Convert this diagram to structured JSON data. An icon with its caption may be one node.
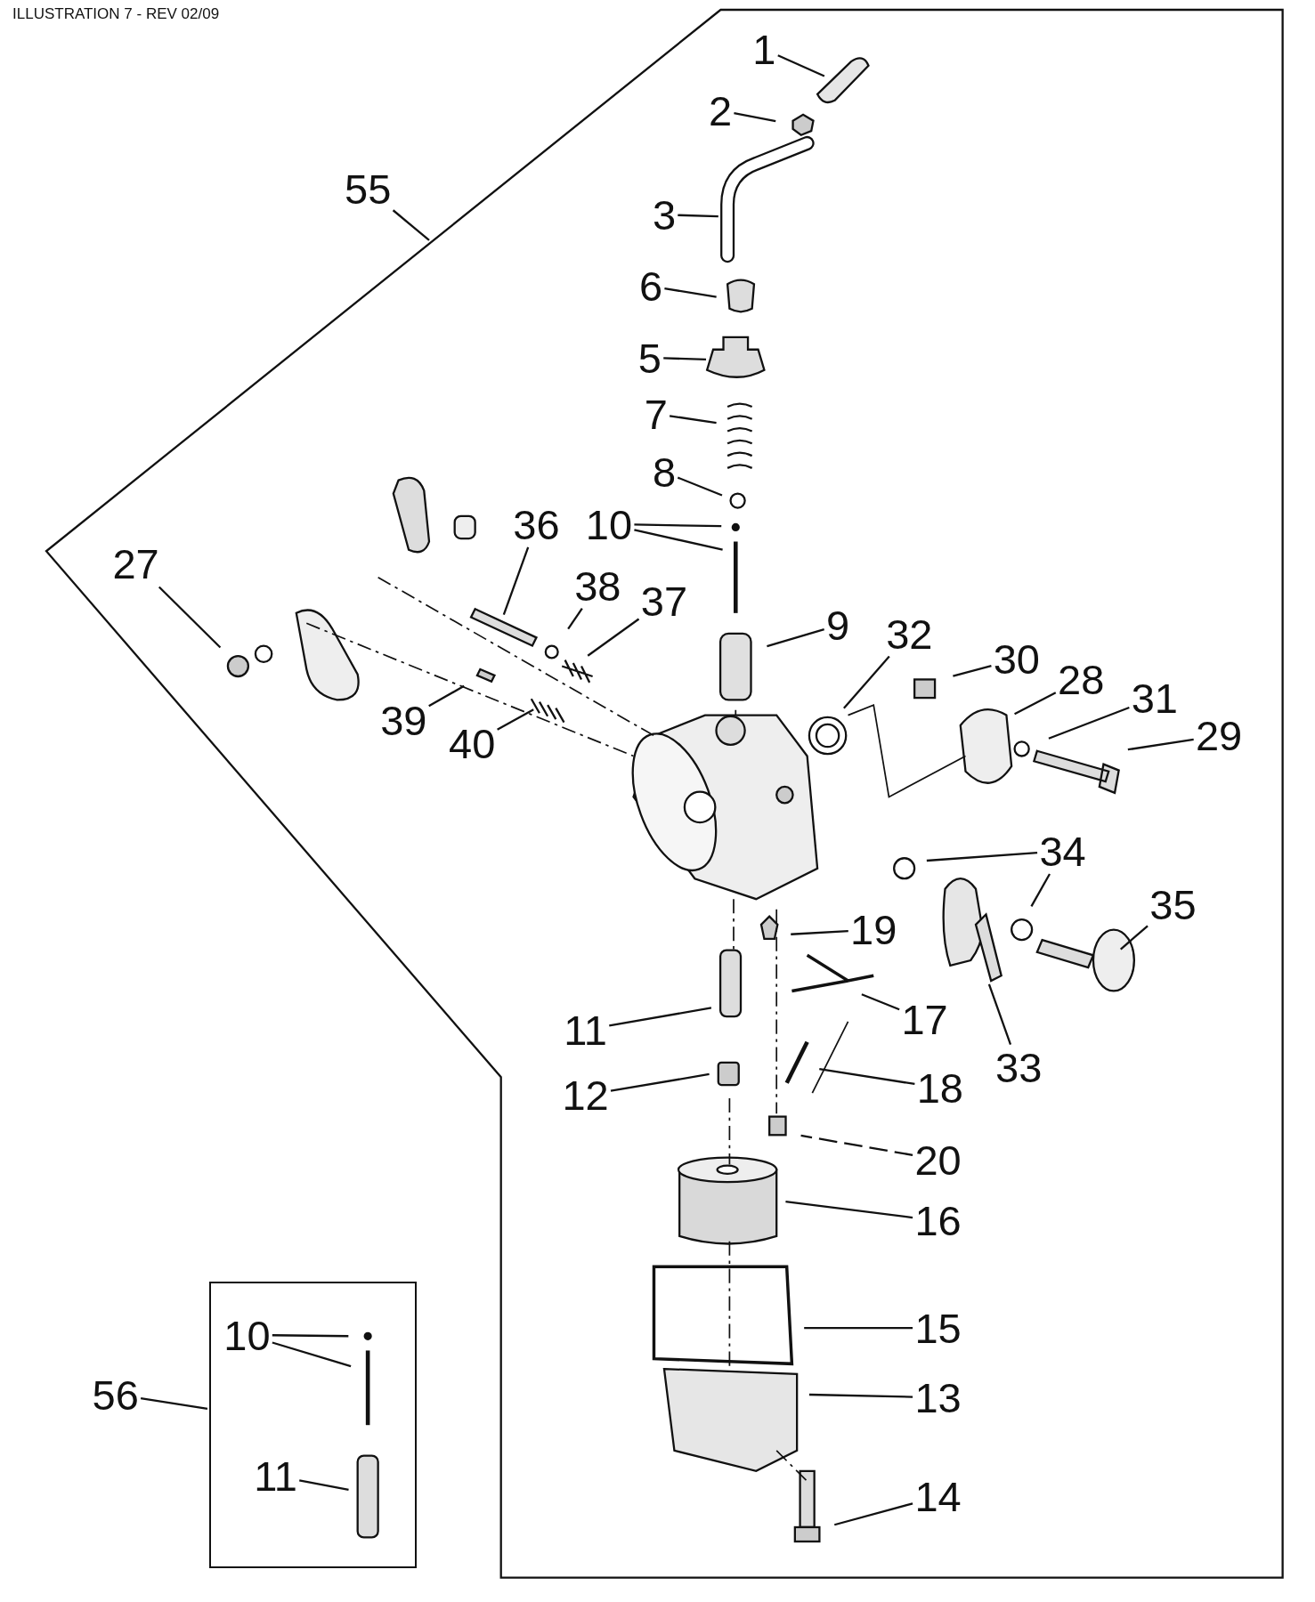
{
  "diagram": {
    "title": "ILLUSTRATION 7 - REV 02/09",
    "nodes": [
      {
        "text": [],
        "shape": "box"
      },
      {
        "text": [
          "55"
        ]
      },
      {
        "text": [
          "1"
        ],
        "in": 0
      },
      {
        "text": [
          "2"
        ],
        "in": 0
      },
      {
        "text": [
          "3"
        ],
        "in": 0
      },
      {
        "text": [
          "6"
        ],
        "in": 0
      },
      {
        "text": [
          "5"
        ],
        "in": 0
      },
      {
        "text": [
          "7"
        ],
        "in": 0
      },
      {
        "text": [
          "8"
        ],
        "in": 0
      },
      {
        "text": [
          "36"
        ],
        "in": 0
      },
      {
        "text": [
          "10"
        ],
        "in": 0
      },
      {
        "text": [
          "27"
        ],
        "in": 0
      },
      {
        "text": [
          "38"
        ],
        "in": 0
      },
      {
        "text": [
          "37"
        ],
        "in": 0
      },
      {
        "text": [
          "9"
        ],
        "in": 0
      },
      {
        "text": [
          "32"
        ],
        "in": 0
      },
      {
        "text": [
          "30"
        ],
        "in": 0
      },
      {
        "text": [
          "28"
        ],
        "in": 0
      },
      {
        "text": [
          "31"
        ],
        "in": 0
      },
      {
        "text": [
          "29"
        ],
        "in": 0
      },
      {
        "text": [
          "39"
        ],
        "in": 0
      },
      {
        "text": [
          "40"
        ],
        "in": 0
      },
      {
        "text": [
          "34"
        ],
        "in": 0
      },
      {
        "text": [
          "35"
        ],
        "in": 0
      },
      {
        "text": [
          "19"
        ],
        "in": 0
      },
      {
        "text": [
          "11"
        ],
        "in": 0
      },
      {
        "text": [
          "17"
        ],
        "in": 0
      },
      {
        "text": [
          "33"
        ],
        "in": 0
      },
      {
        "text": [
          "12"
        ],
        "in": 0
      },
      {
        "text": [
          "18"
        ],
        "in": 0
      },
      {
        "text": [
          "20"
        ],
        "in": 0
      },
      {
        "text": [
          "16"
        ],
        "in": 0
      },
      {
        "text": [
          "15"
        ],
        "in": 0
      },
      {
        "text": [
          "13"
        ],
        "in": 0
      },
      {
        "text": [
          "14"
        ],
        "in": 0
      },
      {
        "text": [],
        "shape": "box"
      },
      {
        "text": [
          "10"
        ],
        "in": 35
      },
      {
        "text": [
          "11"
        ],
        "in": 35
      },
      {
        "text": [
          "56"
        ]
      }
    ],
    "edges": [
      {
        "from": 1,
        "to": 0,
        "arrow": "none"
      },
      {
        "from": 2,
        "to": null,
        "arrow": "none"
      },
      {
        "from": 3,
        "to": null,
        "arrow": "none"
      },
      {
        "from": 4,
        "to": null,
        "arrow": "none"
      },
      {
        "from": 5,
        "to": null,
        "arrow": "none"
      },
      {
        "from": 6,
        "to": null,
        "arrow": "none"
      },
      {
        "from": 7,
        "to": null,
        "arrow": "none"
      },
      {
        "from": 8,
        "to": null,
        "arrow": "none"
      },
      {
        "from": 9,
        "to": null,
        "arrow": "none"
      },
      {
        "from": 10,
        "to": null,
        "arrow": "none"
      },
      {
        "from": 10,
        "to": null,
        "arrow": "none"
      },
      {
        "from": 11,
        "to": null,
        "arrow": "none"
      },
      {
        "from": 12,
        "to": null,
        "arrow": "none"
      },
      {
        "from": 13,
        "to": null,
        "arrow": "none"
      },
      {
        "from": 14,
        "to": null,
        "arrow": "none"
      },
      {
        "from": 15,
        "to": null,
        "arrow": "none"
      },
      {
        "from": 16,
        "to": null,
        "arrow": "none"
      },
      {
        "from": 17,
        "to": null,
        "arrow": "none"
      },
      {
        "from": 18,
        "to": null,
        "arrow": "none"
      },
      {
        "from": 19,
        "to": null,
        "arrow": "none"
      },
      {
        "from": 20,
        "to": null,
        "arrow": "none"
      },
      {
        "from": 21,
        "to": null,
        "arrow": "none"
      },
      {
        "from": 22,
        "to": null,
        "arrow": "none"
      },
      {
        "from": 22,
        "to": null,
        "arrow": "none"
      },
      {
        "from": 23,
        "to": null,
        "arrow": "none"
      },
      {
        "from": 24,
        "to": null,
        "arrow": "none"
      },
      {
        "from": 25,
        "to": null,
        "arrow": "none"
      },
      {
        "from": 26,
        "to": null,
        "arrow": "none"
      },
      {
        "from": 27,
        "to": null,
        "arrow": "none"
      },
      {
        "from": 28,
        "to": null,
        "arrow": "none"
      },
      {
        "from": 29,
        "to": null,
        "arrow": "none"
      },
      {
        "from": 30,
        "to": null,
        "arrow": "none",
        "style": "dashed"
      },
      {
        "from": 31,
        "to": null,
        "arrow": "none"
      },
      {
        "from": 32,
        "to": null,
        "arrow": "none"
      },
      {
        "from": 33,
        "to": null,
        "arrow": "none"
      },
      {
        "from": 34,
        "to": null,
        "arrow": "none"
      },
      {
        "from": 36,
        "to": null,
        "arrow": "none"
      },
      {
        "from": 36,
        "to": null,
        "arrow": "none"
      },
      {
        "from": 37,
        "to": null,
        "arrow": "none"
      },
      {
        "from": 38,
        "to": 35,
        "arrow": "none"
      }
    ]
  }
}
